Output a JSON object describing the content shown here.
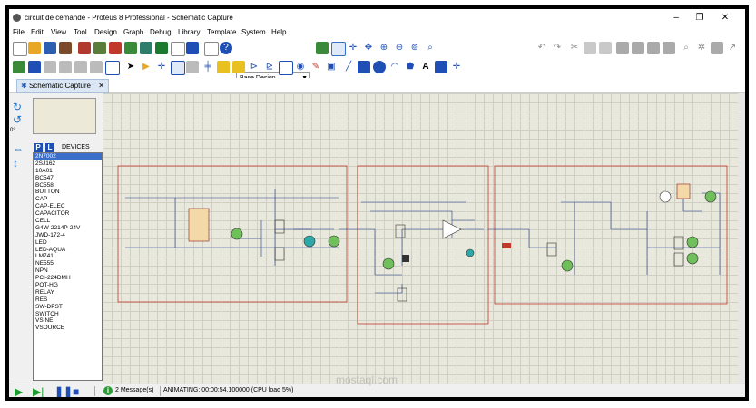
{
  "window": {
    "title": "circuit de cemande  - Proteus 8 Professional - Schematic Capture",
    "minimize": "–",
    "maximize": "❐",
    "close": "✕"
  },
  "menu": [
    "File",
    "Edit",
    "View",
    "Tool",
    "Design",
    "Graph",
    "Debug",
    "Library",
    "Template",
    "System",
    "Help"
  ],
  "toolbar": {
    "design_combo": "Base Design"
  },
  "tab": {
    "label": "Schematic Capture",
    "close": "✕"
  },
  "panel": {
    "rotation": "0°",
    "p_button": "P",
    "l_button": "L",
    "devices_header": "DEVICES",
    "devices": [
      "2N7002",
      "2SJ162",
      "10A01",
      "BC547",
      "BC558",
      "BUTTON",
      "CAP",
      "CAP-ELEC",
      "CAPACITOR",
      "CELL",
      "G4W-2214P-24V",
      "JWD-172-4",
      "LED",
      "LED-AQUA",
      "LM741",
      "NE555",
      "NPN",
      "PCI-224DMH",
      "POT-HG",
      "RELAY",
      "RES",
      "SW-DPST",
      "SWITCH",
      "VSINE",
      "VSOURCE"
    ],
    "selected": "2N7002"
  },
  "status": {
    "messages": "2 Message(s)",
    "animating": "ANIMATING: 00:00:54.100000 (CPU load 5%)"
  },
  "watermark": "mostaql.com",
  "colors": {
    "accent": "#1f4fb5",
    "selection": "#3a6ec8",
    "play": "#1b9c2e",
    "frame": "#000000",
    "box": "#c0392b"
  }
}
